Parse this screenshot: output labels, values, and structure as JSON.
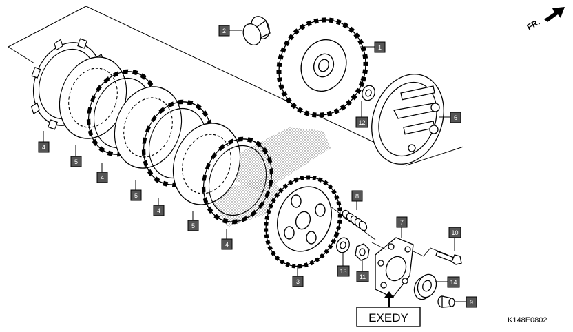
{
  "diagram": {
    "reference_code": "K148E0802",
    "direction_label": "FR.",
    "manufacturer_label": "EXEDY",
    "callouts": [
      {
        "id": "c2",
        "label": "2"
      },
      {
        "id": "c1",
        "label": "1"
      },
      {
        "id": "c12",
        "label": "12"
      },
      {
        "id": "c6",
        "label": "6"
      },
      {
        "id": "c4a",
        "label": "4"
      },
      {
        "id": "c5a",
        "label": "5"
      },
      {
        "id": "c4b",
        "label": "4"
      },
      {
        "id": "c5b",
        "label": "5"
      },
      {
        "id": "c4c",
        "label": "4"
      },
      {
        "id": "c5c",
        "label": "5"
      },
      {
        "id": "c4d",
        "label": "4"
      },
      {
        "id": "c8",
        "label": "8"
      },
      {
        "id": "c7",
        "label": "7"
      },
      {
        "id": "c10",
        "label": "10"
      },
      {
        "id": "c13",
        "label": "13"
      },
      {
        "id": "c11",
        "label": "11"
      },
      {
        "id": "c3",
        "label": "3"
      },
      {
        "id": "c14",
        "label": "14"
      },
      {
        "id": "c9",
        "label": "9"
      }
    ]
  }
}
